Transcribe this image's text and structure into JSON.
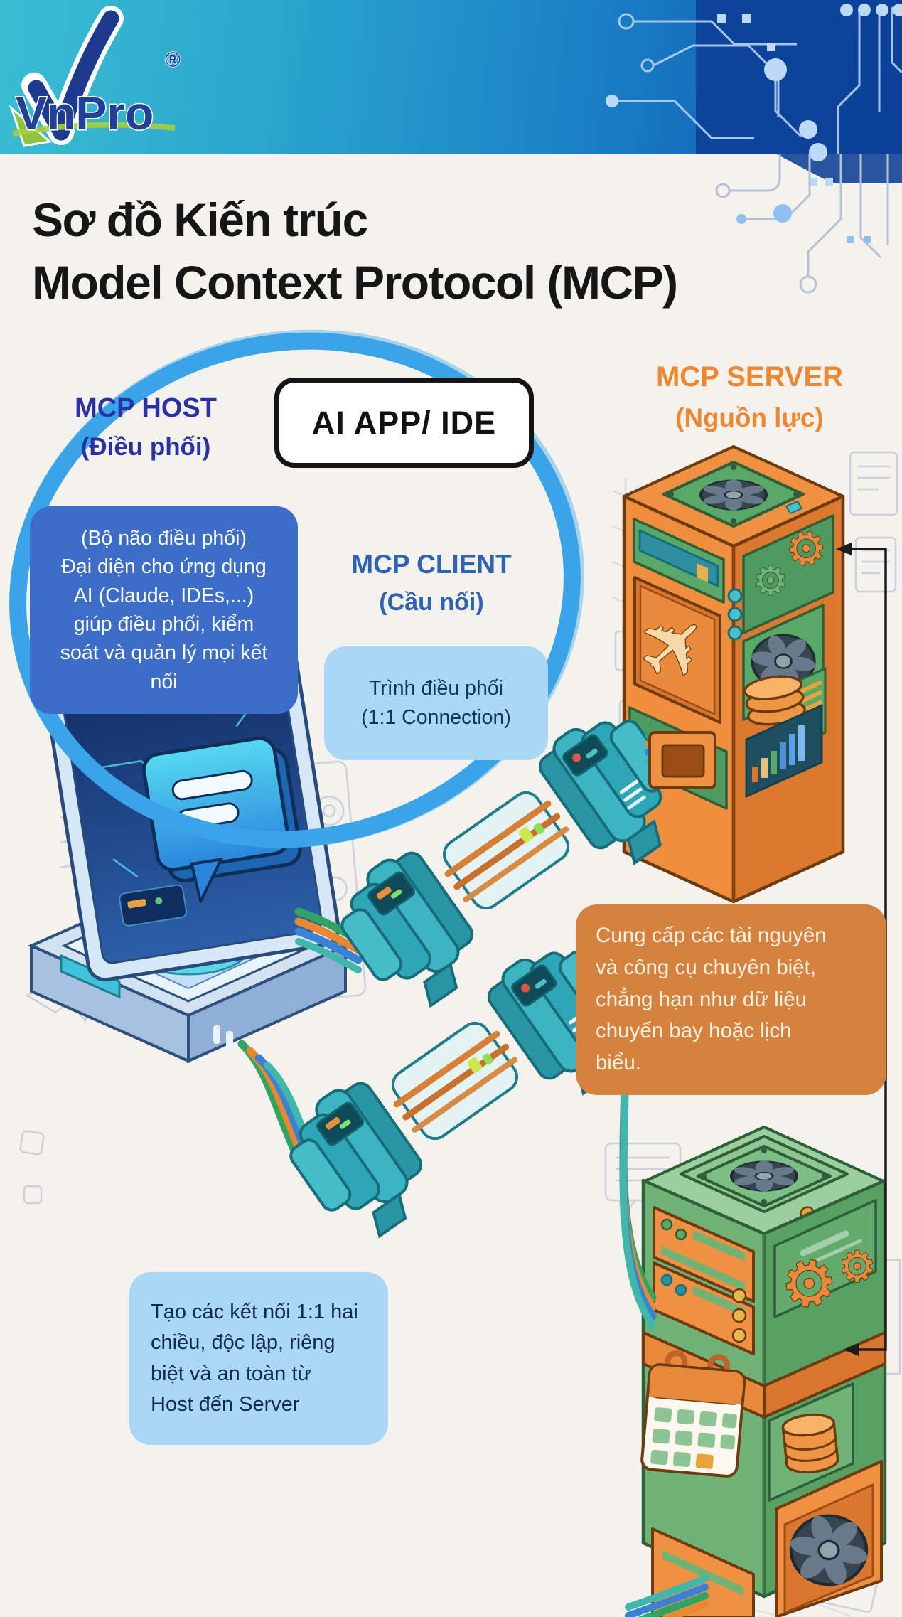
{
  "brand": {
    "logo_text": "VnPro",
    "registered_mark": "®"
  },
  "title": {
    "line1": "Sơ đồ Kiến trúc",
    "line2": "Model Context Protocol (MCP)"
  },
  "labels": {
    "host": {
      "line1": "MCP HOST",
      "line2": "(Điều phối)"
    },
    "ai_app": "AI APP/ IDE",
    "client": {
      "line1": "MCP CLIENT",
      "line2": "(Cầu nối)"
    },
    "server": {
      "line1": "MCP SERVER",
      "line2": "(Nguồn lực)"
    }
  },
  "callouts": {
    "host_desc": "(Bộ não điều phối)\nĐại diện cho ứng dụng\nAI (Claude, IDEs,...)\ngiúp điều phối, kiểm\nsoát và quản lý mọi kết\nnối",
    "client_desc": "Trình điều phối\n(1:1 Connection)",
    "server_desc": "Cung cấp các tài nguyên\nvà công cụ chuyên biệt,\nchẳng hạn như dữ liệu\nchuyến bay hoặc lịch\nbiểu.",
    "connection_desc": "Tạo các kết nối 1:1 hai\nchiều, độc lập, riêng\nbiệt và an toàn từ\nHost đến Server"
  },
  "icons": {
    "airplane": "✈",
    "gear": "⚙"
  },
  "colors": {
    "header_teal": "#3abdd3",
    "header_blue": "#0d51ad",
    "brush_blue": "#39a5e8",
    "host_label": "#2a30a6",
    "client_label": "#2e62b4",
    "server_label": "#f0862f",
    "host_box_bg": "#3c6dc9",
    "client_box_bg": "#a9d7f5",
    "server_box_bg": "#d5823f",
    "orange_server": "#ef8f3e",
    "green_server": "#6fb377",
    "connector_teal": "#3cb4c2"
  }
}
